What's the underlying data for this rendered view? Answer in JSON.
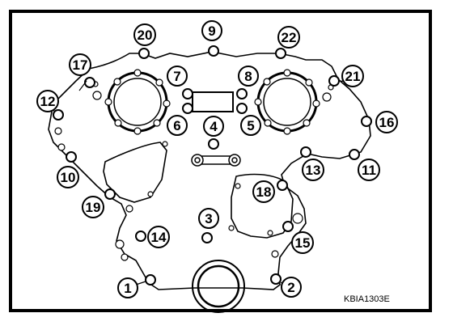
{
  "figure_code": "KBIA1303E",
  "bolt_labels": [
    "1",
    "2",
    "3",
    "4",
    "5",
    "6",
    "7",
    "8",
    "9",
    "10",
    "11",
    "12",
    "13",
    "14",
    "15",
    "16",
    "17",
    "18",
    "19",
    "20",
    "21",
    "22"
  ]
}
